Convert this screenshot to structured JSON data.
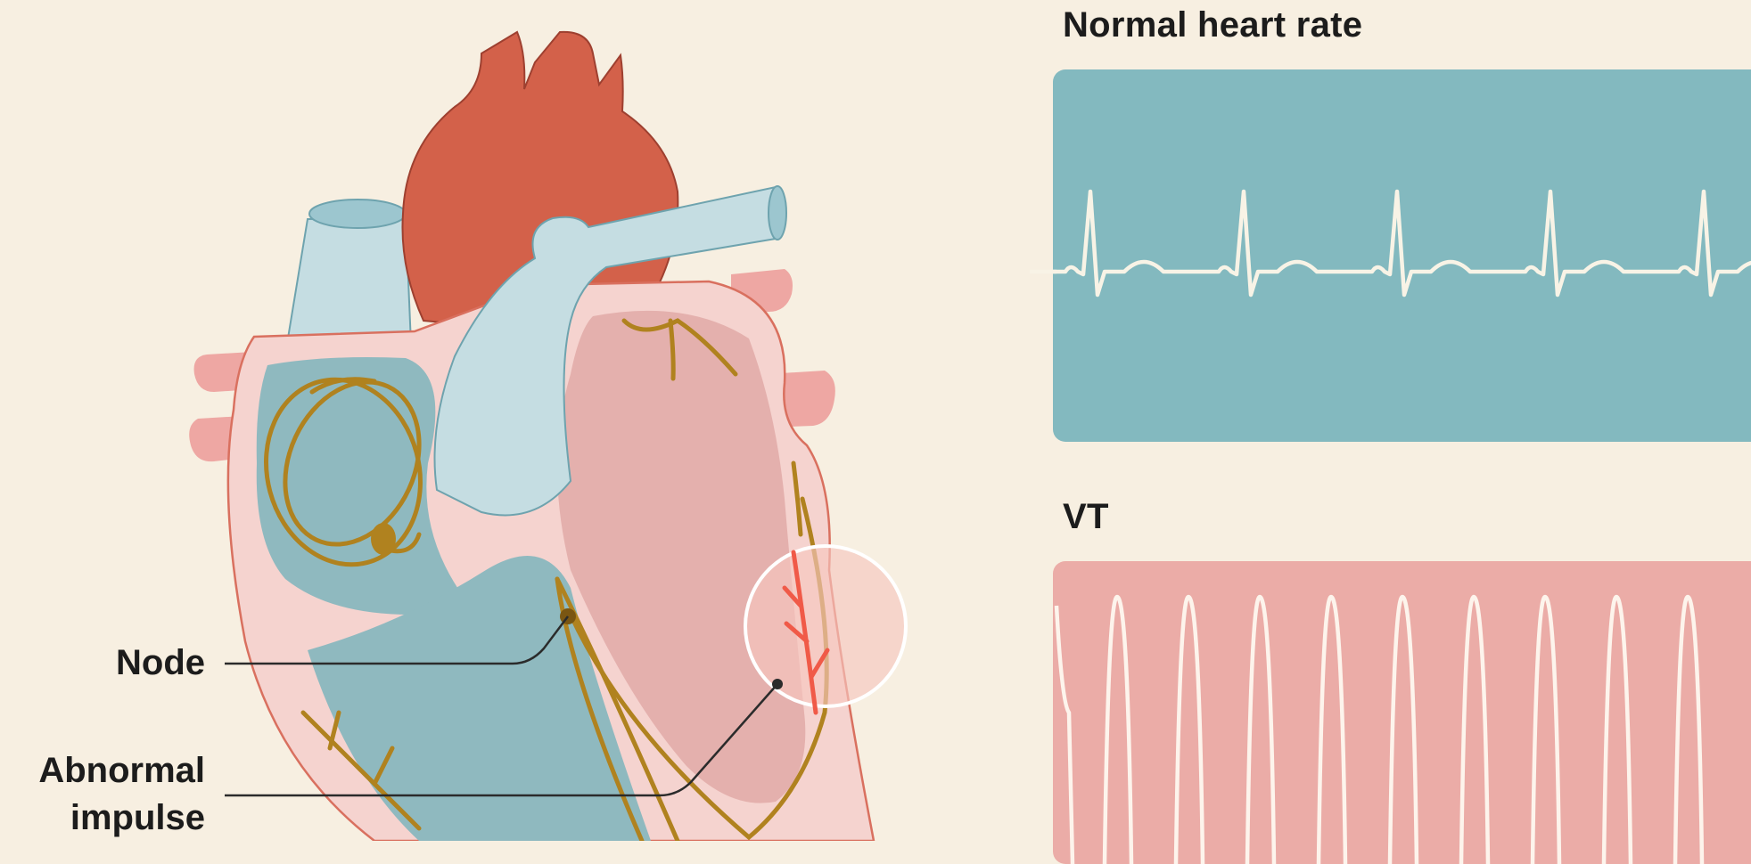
{
  "panels": {
    "normal": {
      "title": "Normal heart rate",
      "background": "#83b9bf",
      "trace_color": "#f8f3e6",
      "beats_shown": 5
    },
    "vt": {
      "title": "VT",
      "background": "#ebaca7",
      "trace_color": "#fdf4ec",
      "waves_shown": 9
    }
  },
  "labels": {
    "node": "Node",
    "abnormal_impulse_line1": "Abnormal",
    "abnormal_impulse_line2": "impulse"
  },
  "colors": {
    "background": "#f7efe1",
    "aorta": "#d3614a",
    "vena_cava": "#c5dde2",
    "heart_wall": "#f5d3cf",
    "chamber_right": "#8fb9bf",
    "chamber_left": "#e4b0ad",
    "conduction": "#b0821f",
    "impulse": "#f05a48",
    "leader_line": "#2b2b2b"
  }
}
